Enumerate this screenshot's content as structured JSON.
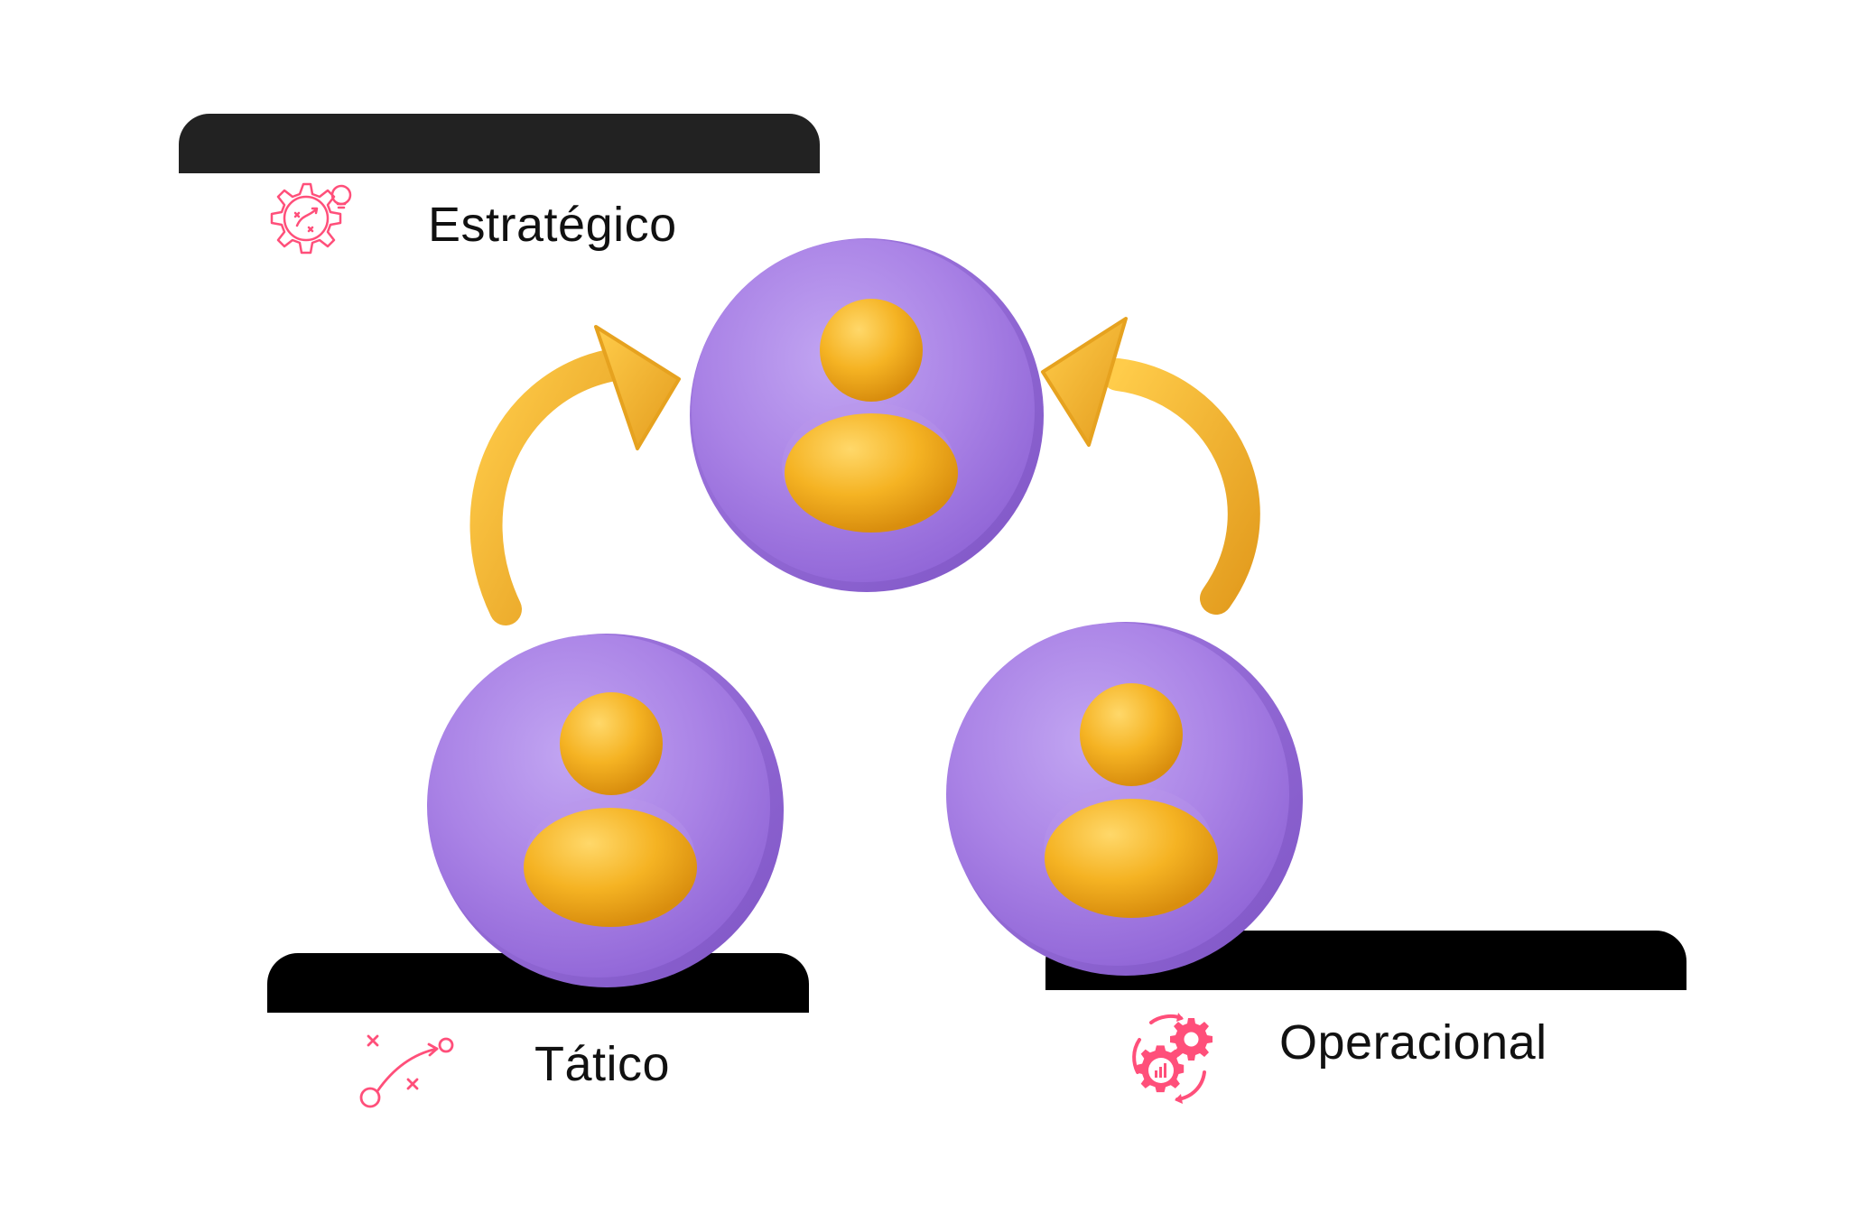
{
  "levels": {
    "strategic": {
      "label": "Estratégico",
      "icon": "strategy-gear-icon"
    },
    "tactical": {
      "label": "Tático",
      "icon": "tactic-plan-icon"
    },
    "operational": {
      "label": "Operacional",
      "icon": "operations-gear-icon"
    }
  },
  "colors": {
    "accent_icon": "#ff4f7a",
    "circle_purple": "#aa83e6",
    "person_orange": "#f5b323",
    "arrow_orange": "#efb12b",
    "bar_black": "#000000"
  }
}
